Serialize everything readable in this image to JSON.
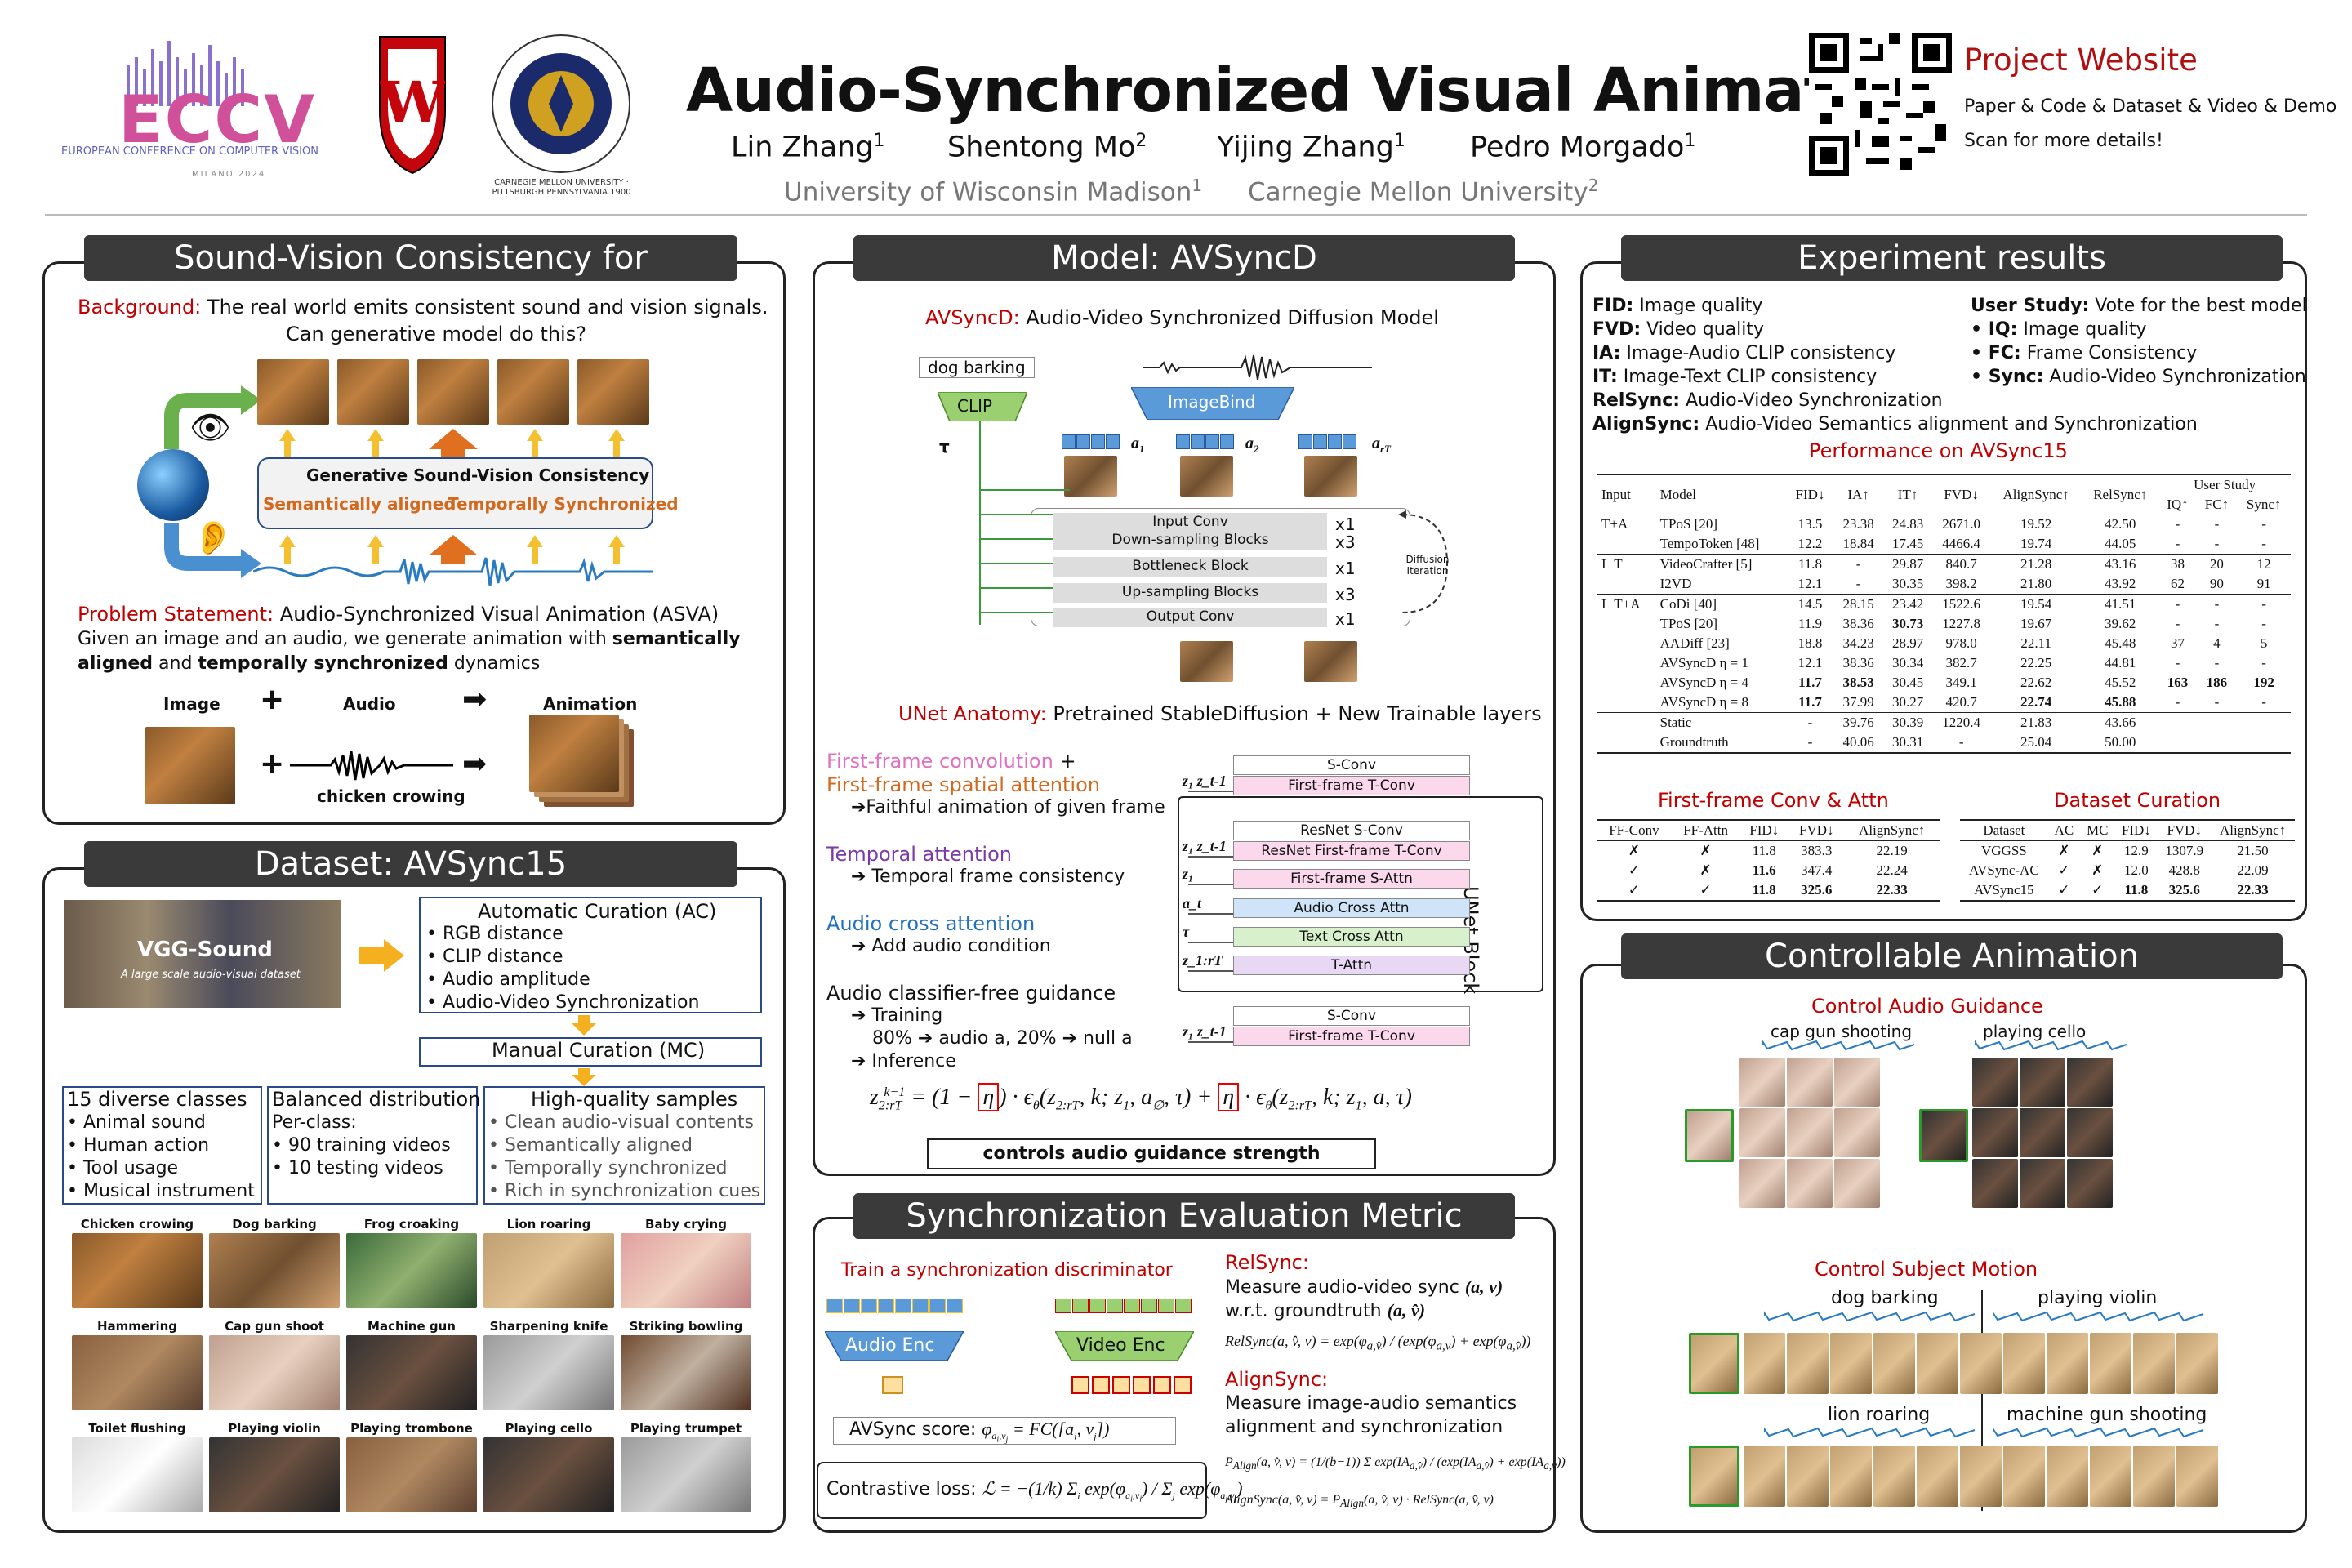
{
  "header": {
    "eccv_name": "ECCV",
    "eccv_sub": "EUROPEAN CONFERENCE ON COMPUTER VISION",
    "eccv_city": "MILANO 2024",
    "title": "Audio-Synchronized Visual Animation",
    "authors": [
      "Lin Zhang",
      "Shentong Mo",
      "Yijing Zhang",
      "Pedro Morgado"
    ],
    "author_sups": [
      "1",
      "2",
      "1",
      "1"
    ],
    "affils": [
      "University of Wisconsin Madison",
      "Carnegie Mellon University"
    ],
    "affil_sups": [
      "1",
      "2"
    ],
    "cmu_seal": "CARNEGIE MELLON UNIVERSITY · PITTSBURGH PENNSYLVANIA 1900",
    "project": "Project Website",
    "project_links": "Paper & Code & Dataset & Video & Demo",
    "scan": "Scan for more details!"
  },
  "sv": {
    "title": "Sound-Vision Consistency for Generation",
    "bg_label": "Background:",
    "bg_text": "The real world emits consistent sound and vision signals.",
    "bg_q": "Can generative model do this?",
    "gen_title": "Generative Sound-Vision Consistency",
    "gen_a": "Semantically aligned",
    "gen_b": "Temporally Synchronized",
    "ps_label": "Problem Statement:",
    "ps_text": "Audio-Synchronized Visual Animation (ASVA)",
    "ps_l1": "Given an image and an audio, we generate animation with",
    "ps_l1b": "semantically",
    "ps_l2a": "aligned",
    "ps_l2b": "and",
    "ps_l2c": "temporally synchronized",
    "ps_l2d": "dynamics",
    "img": "Image",
    "aud": "Audio",
    "anim": "Animation",
    "plus": "+",
    "arrow": "➡",
    "caption": "chicken crowing"
  },
  "ds": {
    "title": "Dataset: AVSync15",
    "vgg": "VGG-Sound",
    "vgg_sub": "A large scale audio-visual dataset",
    "ac_title": "Automatic Curation (AC)",
    "ac_items": [
      "• RGB distance",
      "• CLIP distance",
      "• Audio amplitude",
      "• Audio-Video Synchronization"
    ],
    "mc": "Manual Curation (MC)",
    "c1_title": "15 diverse classes",
    "c1": [
      "• Animal sound",
      "• Human action",
      "• Tool usage",
      "• Musical instrument"
    ],
    "c2_title": "Balanced distribution",
    "c2": [
      "Per-class:",
      "• 90 training videos",
      "• 10 testing videos"
    ],
    "c3_title": "High-quality samples",
    "c3": [
      "• Clean audio-visual contents",
      "• Semantically aligned",
      "• Temporally synchronized",
      "• Rich in synchronization cues"
    ],
    "classes": [
      "Chicken crowing",
      "Dog barking",
      "Frog croaking",
      "Lion roaring",
      "Baby crying",
      "Hammering",
      "Cap gun shoot",
      "Machine gun shoot",
      "Sharpening knife",
      "Striking bowling",
      "Toilet flushing",
      "Playing violin",
      "Playing trombone",
      "Playing cello",
      "Playing trumpet"
    ]
  },
  "model": {
    "title": "Model: AVSyncD",
    "sub_label": "AVSyncD:",
    "sub_text": "Audio-Video Synchronized Diffusion Model",
    "dog": "dog barking",
    "clip": "CLIP",
    "ib": "ImageBind",
    "tau": "τ",
    "a1": "a",
    "a2": "a",
    "arT": "a",
    "blocks": [
      "Input Conv",
      "Down-sampling Blocks",
      "Bottleneck Block",
      "Up-sampling Blocks",
      "Output Conv"
    ],
    "mult": [
      "x1",
      "x3",
      "x1",
      "x3",
      "x1"
    ],
    "diff": "Diffusion Iteration",
    "unet_label": "UNet Anatomy:",
    "unet_text": "Pretrained StableDiffusion + New Trainable layers",
    "ff1": "First-frame convolution",
    "ff1b": "+",
    "ff2": "First-frame spatial attention",
    "ff3": "➔Faithful animation of given frame",
    "ta": "Temporal attention",
    "ta2": "➔ Temporal frame consistency",
    "ac": "Audio cross attention",
    "ac2": "➔ Add audio condition",
    "cfg": "Audio classifier-free guidance",
    "cfg1": "➔ Training",
    "cfg2": "80% ➔ audio a, 20% ➔ null a",
    "cfg3": "➔ Inference",
    "ub": [
      "S-Conv",
      "First-frame T-Conv",
      "ResNet S-Conv",
      "ResNet First-frame T-Conv",
      "First-frame S-Attn",
      "Audio Cross Attn",
      "Text Cross Attn",
      "T-Attn",
      "S-Conv",
      "First-frame T-Conv"
    ],
    "ublock": "UNet Block",
    "ctrl": "controls audio guidance strength"
  },
  "sem": {
    "title": "Synchronization Evaluation Metric",
    "train": "Train a synchronization discriminator",
    "aenc": "Audio Enc",
    "venc": "Video Enc",
    "score": "AVSync score:",
    "loss": "Contrastive loss:",
    "rs": "RelSync:",
    "rs1": "Measure audio-video sync",
    "rs2": "w.r.t. groundtruth",
    "as": "AlignSync:",
    "as1": "Measure image-audio semantics",
    "as2": "alignment and synchronization"
  },
  "exp": {
    "title": "Experiment results",
    "defs_l": [
      [
        "FID:",
        "Image quality"
      ],
      [
        "FVD:",
        "Video quality"
      ],
      [
        "IA:",
        "Image-Audio CLIP consistency"
      ],
      [
        "IT:",
        "Image-Text CLIP consistency"
      ],
      [
        "RelSync:",
        "Audio-Video Synchronization"
      ],
      [
        "AlignSync:",
        "Audio-Video Semantics alignment and Synchronization"
      ]
    ],
    "defs_r": [
      [
        "User Study:",
        "Vote for the best model"
      ],
      [
        "• IQ:",
        "Image quality"
      ],
      [
        "• FC:",
        "Frame Consistency"
      ],
      [
        "• Sync:",
        "Audio-Video Synchronization"
      ]
    ],
    "perf": "Performance on AVSync15",
    "cols": [
      "Input",
      "Model",
      "FID↓",
      "IA↑",
      "IT↑",
      "FVD↓",
      "AlignSync↑",
      "RelSync↑",
      "User Study",
      "IQ↑",
      "FC↑",
      "Sync↑"
    ],
    "rows": [
      [
        "T+A",
        "TPoS [20]",
        "13.5",
        "23.38",
        "24.83",
        "2671.0",
        "19.52",
        "42.50",
        "-",
        "-",
        "-"
      ],
      [
        "",
        "TempoToken [48]",
        "12.2",
        "18.84",
        "17.45",
        "4466.4",
        "19.74",
        "44.05",
        "-",
        "-",
        "-"
      ],
      [
        "I+T",
        "VideoCrafter [5]",
        "11.8",
        "-",
        "29.87",
        "840.7",
        "21.28",
        "43.16",
        "38",
        "20",
        "12"
      ],
      [
        "",
        "I2VD",
        "12.1",
        "-",
        "30.35",
        "398.2",
        "21.80",
        "43.92",
        "62",
        "90",
        "91"
      ],
      [
        "I+T+A",
        "CoDi [40]",
        "14.5",
        "28.15",
        "23.42",
        "1522.6",
        "19.54",
        "41.51",
        "-",
        "-",
        "-"
      ],
      [
        "",
        "TPoS [20]",
        "11.9",
        "38.36",
        "30.73",
        "1227.8",
        "19.67",
        "39.62",
        "-",
        "-",
        "-"
      ],
      [
        "",
        "AADiff [23]",
        "18.8",
        "34.23",
        "28.97",
        "978.0",
        "22.11",
        "45.48",
        "37",
        "4",
        "5"
      ],
      [
        "",
        "AVSyncD η = 1",
        "12.1",
        "38.36",
        "30.34",
        "382.7",
        "22.25",
        "44.81",
        "-",
        "-",
        "-"
      ],
      [
        "",
        "AVSyncD η = 4",
        "11.7",
        "38.53",
        "30.45",
        "349.1",
        "22.62",
        "45.52",
        "163",
        "186",
        "192"
      ],
      [
        "",
        "AVSyncD η = 8",
        "11.7",
        "37.99",
        "30.27",
        "420.7",
        "22.74",
        "45.88",
        "-",
        "-",
        "-"
      ],
      [
        "",
        "Static",
        "-",
        "39.76",
        "30.39",
        "1220.4",
        "21.83",
        "43.66",
        "",
        "",
        ""
      ],
      [
        "",
        "Groundtruth",
        "-",
        "40.06",
        "30.31",
        "-",
        "25.04",
        "50.00",
        "",
        "",
        ""
      ]
    ],
    "t2_title": "First-frame Conv & Attn",
    "t2_cols": [
      "FF-Conv",
      "FF-Attn",
      "FID↓",
      "FVD↓",
      "AlignSync↑"
    ],
    "t2_rows": [
      [
        "✗",
        "✗",
        "11.8",
        "383.3",
        "22.19"
      ],
      [
        "✓",
        "✗",
        "11.6",
        "347.4",
        "22.24"
      ],
      [
        "✓",
        "✓",
        "11.8",
        "325.6",
        "22.33"
      ]
    ],
    "t3_title": "Dataset Curation",
    "t3_cols": [
      "Dataset",
      "AC",
      "MC",
      "FID↓",
      "FVD↓",
      "AlignSync↑"
    ],
    "t3_rows": [
      [
        "VGGSS",
        "✗",
        "✗",
        "12.9",
        "1307.9",
        "21.50"
      ],
      [
        "AVSync-AC",
        "✓",
        "✗",
        "12.0",
        "428.8",
        "22.09"
      ],
      [
        "AVSync15",
        "✓",
        "✓",
        "11.8",
        "325.6",
        "22.33"
      ]
    ]
  },
  "ctrl": {
    "title": "Controllable Animation",
    "cag": "Control Audio Guidance",
    "cap": "cap gun shooting",
    "cello": "playing cello",
    "csm": "Control Subject Motion",
    "dog": "dog barking",
    "violin": "playing violin",
    "lion": "lion roaring",
    "mg": "machine gun shooting"
  }
}
